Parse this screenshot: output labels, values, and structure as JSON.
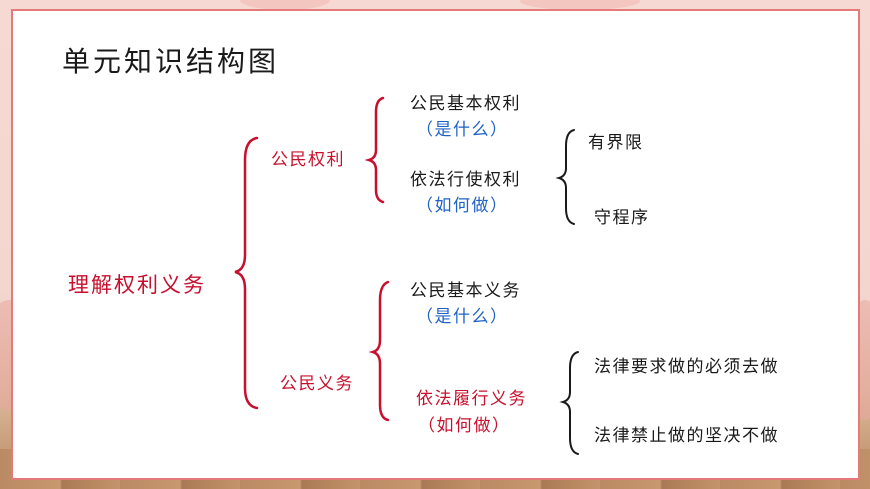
{
  "title": "单元知识结构图",
  "root": {
    "label": "理解权利义务"
  },
  "rights": {
    "label": "公民权利",
    "basic": {
      "label": "公民基本权利",
      "question": "（是什么）"
    },
    "exercise": {
      "label": "依法行使权利",
      "question": "（如何做）",
      "points": [
        "有界限",
        "守程序"
      ]
    }
  },
  "duties": {
    "label": "公民义务",
    "basic": {
      "label": "公民基本义务",
      "question": "（是什么）"
    },
    "perform": {
      "label": "依法履行义务",
      "question": "（如何做）",
      "points": [
        "法律要求做的必须去做",
        "法律禁止做的坚决不做"
      ]
    }
  },
  "colors": {
    "brace_red": "#c8102e",
    "brace_black": "#1a1a1a",
    "text_blue": "#1f62c6",
    "frame": "#e57a7a"
  }
}
